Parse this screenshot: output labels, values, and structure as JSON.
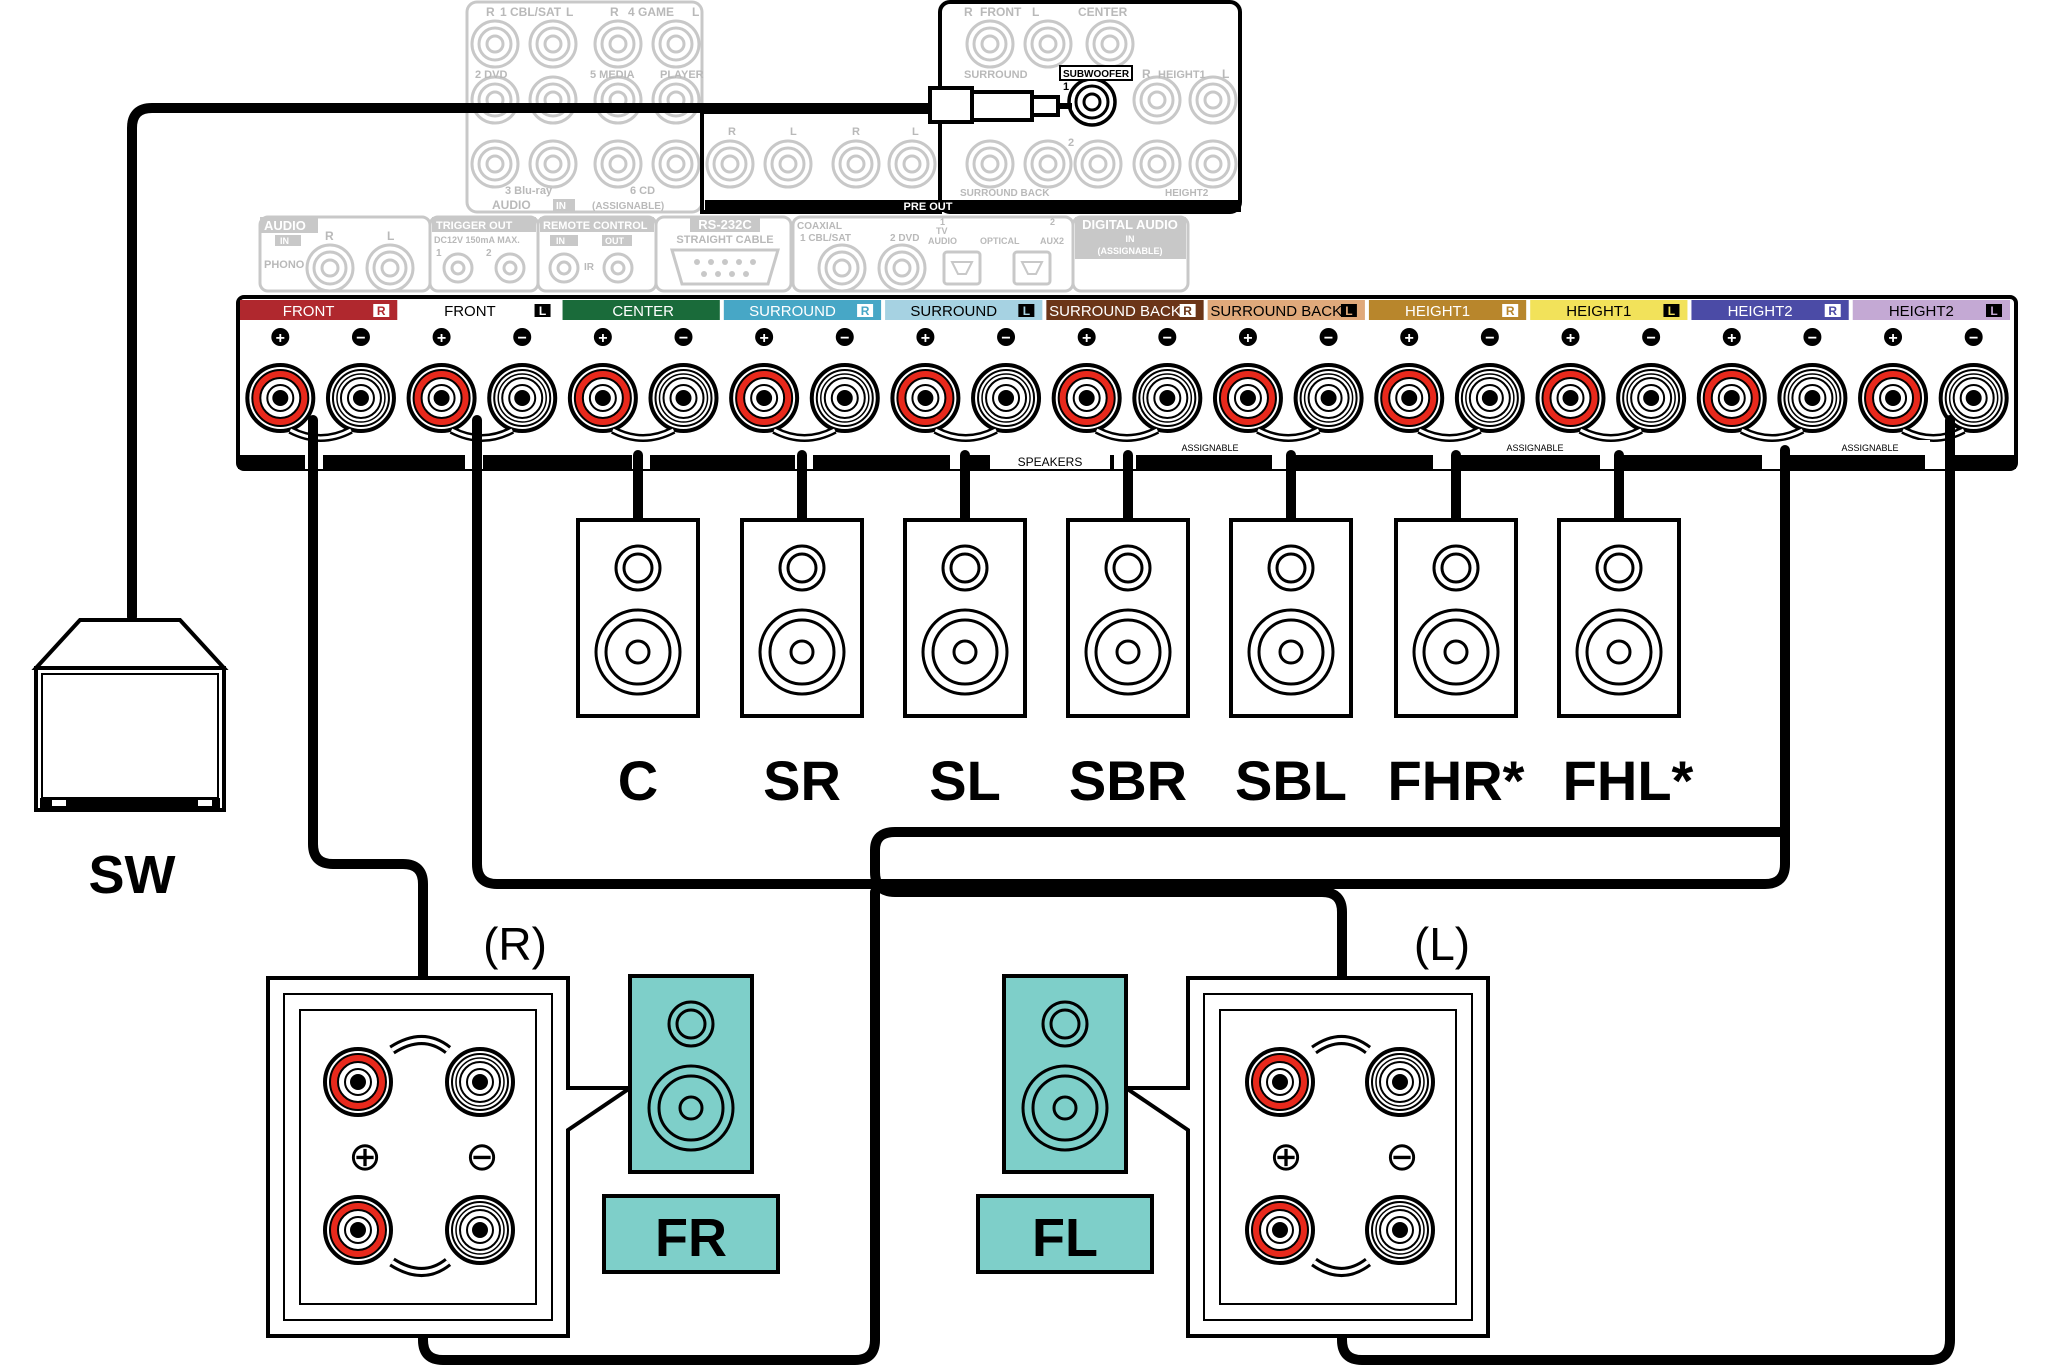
{
  "receiver": {
    "top_panel": {
      "labels": [
        "R",
        "1 CBL/SAT",
        "L",
        "R",
        "4 GAME",
        "L",
        "2 DVD",
        "5 MEDIA",
        "PLAYER",
        "3 Blu-ray",
        "6 CD"
      ],
      "audio_in_label": "AUDIO",
      "in_label": "IN",
      "assignable_label": "(ASSIGNABLE)"
    },
    "pre_out": {
      "labels": [
        "R",
        "FRONT",
        "L",
        "CENTER",
        "SURROUND",
        "SUBWOOFER",
        "1",
        "R",
        "HEIGHT1",
        "L",
        "2",
        "SURROUND BACK",
        "HEIGHT2",
        "R",
        "L",
        "R",
        "L"
      ],
      "title": "PRE OUT"
    },
    "mid_panel": {
      "audio_title": "AUDIO",
      "audio_in": "IN",
      "audio_r": "R",
      "audio_l": "L",
      "phono": "PHONO",
      "trigger_title": "TRIGGER OUT",
      "trigger_sub": "DC12V 150mA MAX.",
      "trigger_1": "1",
      "trigger_2": "2",
      "remote_title": "REMOTE CONTROL",
      "remote_in": "IN",
      "remote_out": "OUT",
      "remote_ir": "IR",
      "rs_title": "RS-232C",
      "rs_sub": "STRAIGHT CABLE",
      "coaxial": "COAXIAL",
      "coax_1": "1 CBL/SAT",
      "coax_2": "2 DVD",
      "opt_1": "1",
      "opt_tv": "TV",
      "opt_audio": "AUDIO",
      "optical": "OPTICAL",
      "opt_2": "2",
      "aux2": "AUX2",
      "digital_title": "DIGITAL AUDIO",
      "digital_in": "IN",
      "digital_assignable": "(ASSIGNABLE)"
    },
    "speaker_bar": {
      "channels": [
        {
          "label": "FRONT",
          "side": "R",
          "color": "#b0282e",
          "text_color": "#ffffff"
        },
        {
          "label": "FRONT",
          "side": "L",
          "color": "#ffffff",
          "text_color": "#000000"
        },
        {
          "label": "CENTER",
          "side": "",
          "color": "#1a6b3a",
          "text_color": "#ffffff"
        },
        {
          "label": "SURROUND",
          "side": "R",
          "color": "#47a7c6",
          "text_color": "#ffffff"
        },
        {
          "label": "SURROUND",
          "side": "L",
          "color": "#a6d2e2",
          "text_color": "#000000"
        },
        {
          "label": "SURROUND BACK",
          "side": "R",
          "color": "#6b3518",
          "text_color": "#ffffff"
        },
        {
          "label": "SURROUND BACK",
          "side": "L",
          "color": "#e0a97b",
          "text_color": "#000000"
        },
        {
          "label": "HEIGHT1",
          "side": "R",
          "color": "#b8862c",
          "text_color": "#ffffff"
        },
        {
          "label": "HEIGHT1",
          "side": "L",
          "color": "#f2e25a",
          "text_color": "#000000"
        },
        {
          "label": "HEIGHT2",
          "side": "R",
          "color": "#4b4ba6",
          "text_color": "#ffffff"
        },
        {
          "label": "HEIGHT2",
          "side": "L",
          "color": "#c4a9d4",
          "text_color": "#000000"
        }
      ],
      "plus_symbol": "+",
      "minus_symbol": "−",
      "speakers_label": "SPEAKERS",
      "assignable_label": "ASSIGNABLE"
    }
  },
  "speakers": [
    {
      "label": "C"
    },
    {
      "label": "SR"
    },
    {
      "label": "SL"
    },
    {
      "label": "SBR"
    },
    {
      "label": "SBL"
    },
    {
      "label": "FHR*"
    },
    {
      "label": "FHL*"
    }
  ],
  "subwoofer": {
    "label": "SW"
  },
  "front_right": {
    "side": "(R)",
    "label": "FR",
    "color": "#7ecfc9"
  },
  "front_left": {
    "side": "(L)",
    "label": "FL",
    "color": "#7ecfc9"
  },
  "terminal_symbols": {
    "plus": "⊕",
    "minus": "⊖"
  }
}
